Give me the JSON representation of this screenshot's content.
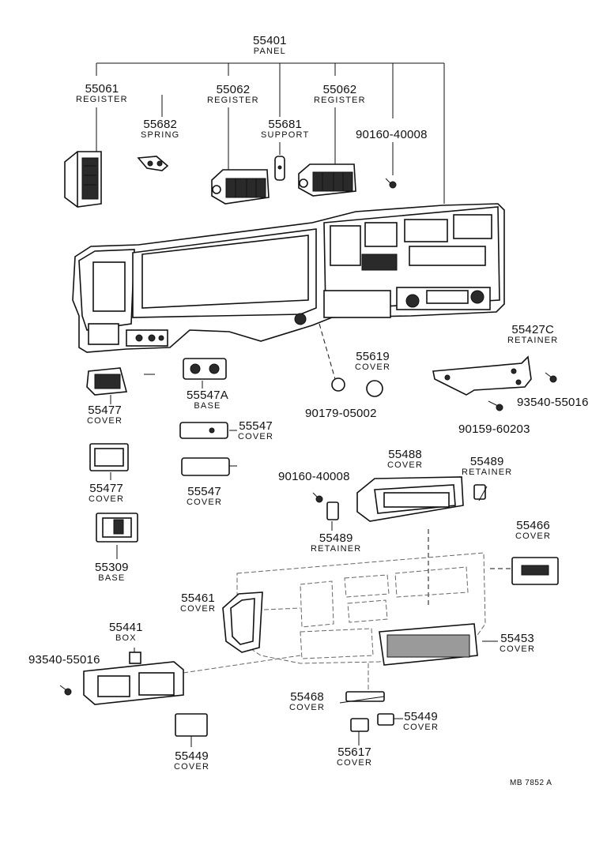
{
  "labels": {
    "panel": {
      "num": "55401",
      "name": "PANEL"
    },
    "reg_left": {
      "num": "55061",
      "name": "REGISTER"
    },
    "spring": {
      "num": "55682",
      "name": "SPRING"
    },
    "reg_c1": {
      "num": "55062",
      "name": "REGISTER"
    },
    "support": {
      "num": "55681",
      "name": "SUPPORT"
    },
    "reg_c2": {
      "num": "55062",
      "name": "REGISTER"
    },
    "screw_top": {
      "num": "90160-40008",
      "name": ""
    },
    "ret_c": {
      "num": "55427C",
      "name": "RETAINER"
    },
    "cover_619": {
      "num": "55619",
      "name": "COVER"
    },
    "clip_179": {
      "num": "90179-05002",
      "name": ""
    },
    "screw_r": {
      "num": "93540-55016",
      "name": ""
    },
    "bolt_159": {
      "num": "90159-60203",
      "name": ""
    },
    "cover_477a": {
      "num": "55477",
      "name": "COVER"
    },
    "base_547a": {
      "num": "55547A",
      "name": "BASE"
    },
    "cover_547a": {
      "num": "55547",
      "name": "COVER"
    },
    "cover_477b": {
      "num": "55477",
      "name": "COVER"
    },
    "cover_547b": {
      "num": "55547",
      "name": "COVER"
    },
    "cover_488": {
      "num": "55488",
      "name": "COVER"
    },
    "screw_mid": {
      "num": "90160-40008",
      "name": ""
    },
    "ret_489a": {
      "num": "55489",
      "name": "RETAINER"
    },
    "ret_489b": {
      "num": "55489",
      "name": "RETAINER"
    },
    "base_309": {
      "num": "55309",
      "name": "BASE"
    },
    "cover_466": {
      "num": "55466",
      "name": "COVER"
    },
    "cover_461": {
      "num": "55461",
      "name": "COVER"
    },
    "box_441": {
      "num": "55441",
      "name": "BOX"
    },
    "screw_l": {
      "num": "93540-55016",
      "name": ""
    },
    "cover_453": {
      "num": "55453",
      "name": "COVER"
    },
    "cover_468": {
      "num": "55468",
      "name": "COVER"
    },
    "cover_449r": {
      "num": "55449",
      "name": "COVER"
    },
    "cover_617": {
      "num": "55617",
      "name": "COVER"
    },
    "cover_449l": {
      "num": "55449",
      "name": "COVER"
    }
  },
  "reference": "MB 7852 A"
}
